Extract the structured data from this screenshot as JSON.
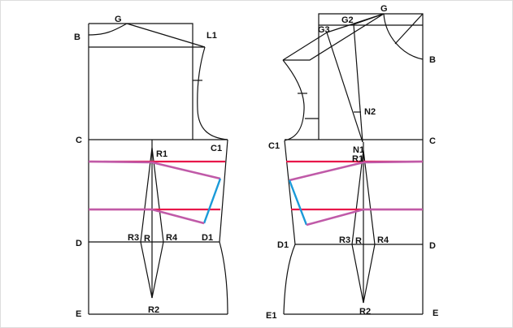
{
  "title": "Bodice dart manipulation pattern draft",
  "colors": {
    "line": "#111111",
    "red": "#e8174a",
    "magenta": "#c05aa8",
    "blue": "#1a9ad8"
  },
  "back": {
    "labels": {
      "G": "G",
      "B": "B",
      "L1": "L1",
      "C": "C",
      "C1": "C1",
      "R1": "R1",
      "R3": "R3",
      "R": "R",
      "R4": "R4",
      "D": "D",
      "D1": "D1",
      "E": "E",
      "R2": "R2"
    }
  },
  "front": {
    "labels": {
      "G": "G",
      "G2": "G2",
      "G3": "G3",
      "B": "B",
      "N2": "N2",
      "C1": "C1",
      "C": "C",
      "N1": "N1",
      "R1": "R1",
      "D1": "D1",
      "R3": "R3",
      "R": "R",
      "R4": "R4",
      "D": "D",
      "E1": "E1",
      "R2": "R2",
      "E": "E"
    }
  }
}
